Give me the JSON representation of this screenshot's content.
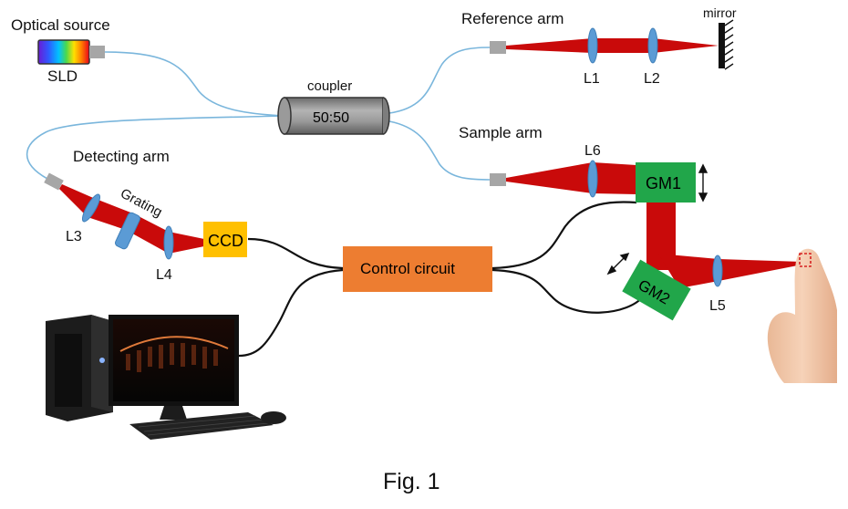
{
  "labels": {
    "optical_source": "Optical source",
    "sld": "SLD",
    "coupler": "coupler",
    "ratio": "50:50",
    "reference_arm": "Reference arm",
    "mirror": "mirror",
    "l1": "L1",
    "l2": "L2",
    "sample_arm": "Sample arm",
    "l6": "L6",
    "gm1": "GM1",
    "gm2": "GM2",
    "l5": "L5",
    "detecting_arm": "Detecting arm",
    "grating": "Grating",
    "l3": "L3",
    "l4": "L4",
    "ccd": "CCD",
    "control_circuit": "Control circuit",
    "figure_caption": "Fig. 1"
  },
  "colors": {
    "beam": "#c90a0a",
    "lens": "#5b9bd5",
    "fiber": "#7ab6dc",
    "galvo": "#21a64a",
    "ccd": "#ffc000",
    "control": "#ed7d31",
    "coupler": "#8c8c8c",
    "connector": "#a6a6a6"
  },
  "icons": {
    "sld": "spectrum-bar-icon",
    "mirror": "hatched-mirror-icon",
    "scan_arrow": "double-arrow-icon",
    "computer": "desktop-computer-icon",
    "finger": "finger-sample-icon"
  }
}
